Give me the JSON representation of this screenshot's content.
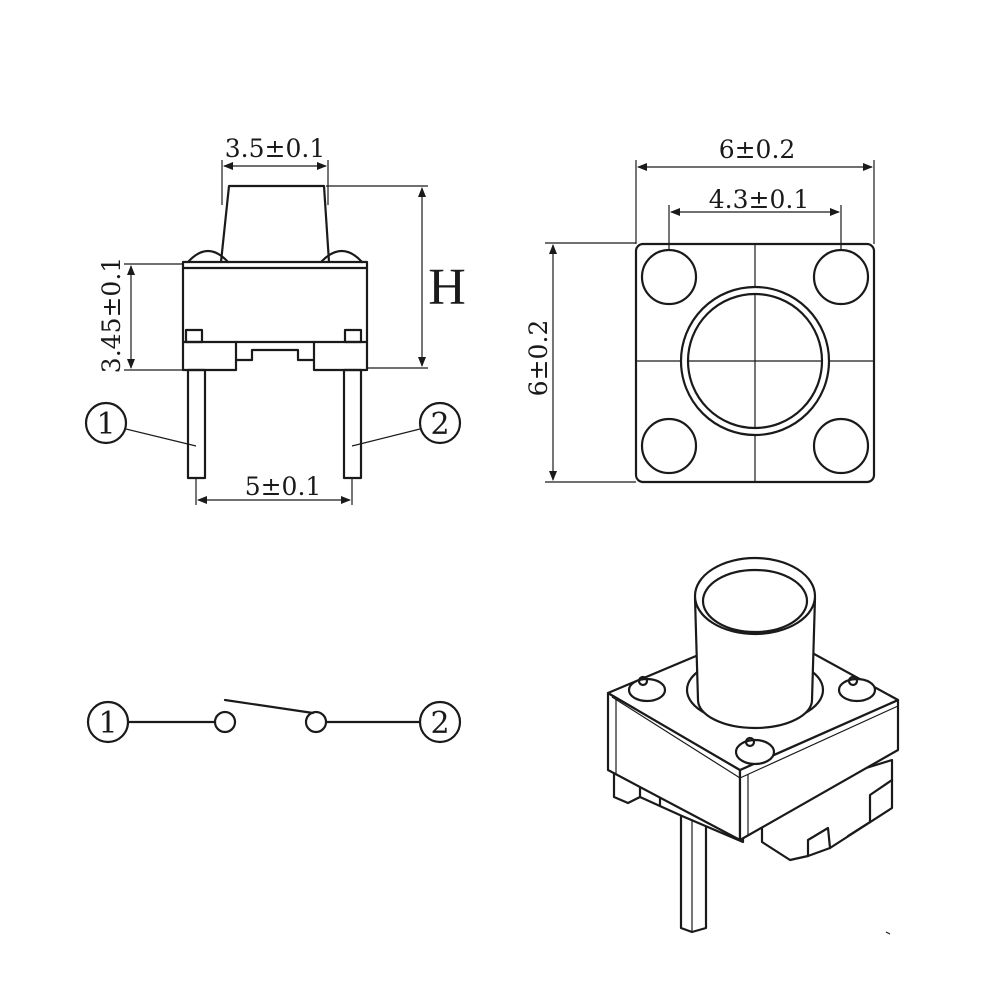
{
  "side_view": {
    "dim_actuator_width": "3.5±0.1",
    "dim_body_height": "3.45±0.1",
    "dim_height_label": "H",
    "dim_pin_pitch": "5±0.1",
    "pin1_label": "1",
    "pin2_label": "2"
  },
  "top_view": {
    "dim_body_width": "6±0.2",
    "dim_hole_pitch": "4.3±0.1",
    "dim_body_depth": "6±0.2"
  },
  "schematic": {
    "pin1_label": "1",
    "pin2_label": "2"
  },
  "colors": {
    "line": "#1a1a1a",
    "background": "#ffffff"
  }
}
